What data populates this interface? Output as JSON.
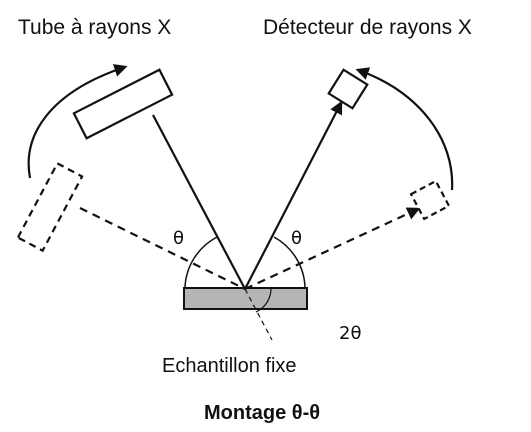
{
  "labels": {
    "tube": "Tube à rayons X",
    "detector": "Détecteur de rayons X",
    "sample": "Echantillon fixe",
    "caption": "Montage θ-θ"
  },
  "angles": {
    "incidence": "θ",
    "reflection": "θ",
    "diffraction": "2θ"
  },
  "colors": {
    "line": "#111111",
    "sample_fill": "#b5b5b5",
    "background": "#ffffff"
  }
}
